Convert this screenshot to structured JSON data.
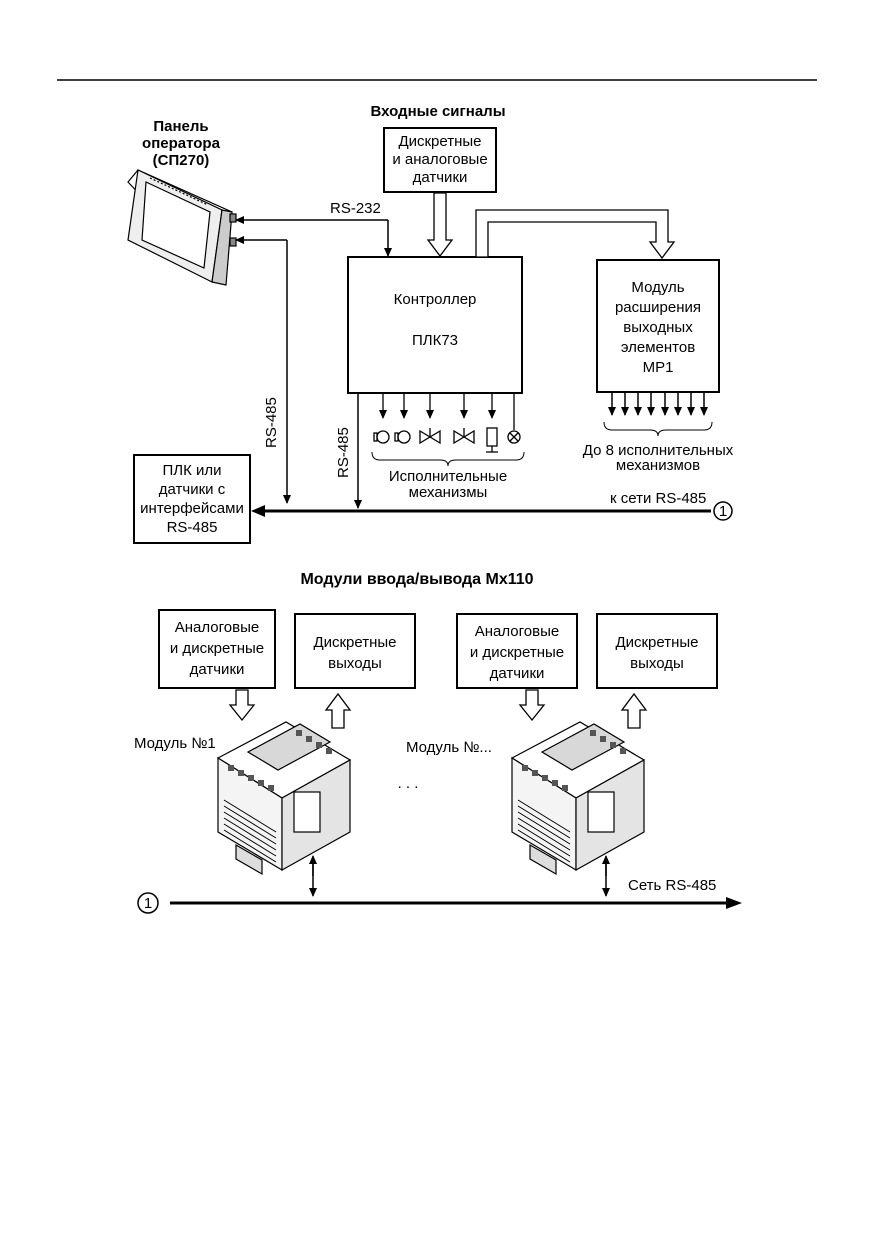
{
  "top_heading": "Входные сигналы",
  "panel": {
    "line1": "Панель",
    "line2": "оператора",
    "line3": "(СП270)"
  },
  "sensors_box": {
    "line1": "Дискретные",
    "line2": "и аналоговые",
    "line3": "датчики"
  },
  "controller": {
    "line1": "Контроллер",
    "line2": "ПЛК73"
  },
  "expansion": {
    "line1": "Модуль",
    "line2": "расширения",
    "line3": "выходных",
    "line4": "элементов",
    "line5": "МР1"
  },
  "rs232": "RS-232",
  "rs485_left": "RS-485",
  "rs485_mid": "RS-485",
  "actuators": {
    "line1": "Исполнительные",
    "line2": "механизмы"
  },
  "mr1_outputs": {
    "line1": "До 8 исполнительных",
    "line2": "механизмов"
  },
  "plc_box": {
    "line1": "ПЛК или",
    "line2": "датчики с",
    "line3": "интерфейсами",
    "line4": "RS-485"
  },
  "network_label_top": "к сети RS-485",
  "connector_marker_top": "1",
  "modules_heading": "Модули ввода/вывода Мх110",
  "module1": {
    "label": "Модуль №1",
    "inputs": {
      "line1": "Аналоговые",
      "line2": "и дискретные",
      "line3": "датчики"
    },
    "outputs": {
      "line1": "Дискретные",
      "line2": "выходы"
    }
  },
  "ellipsis": ". . .",
  "moduleN": {
    "label": "Модуль №...",
    "inputs": {
      "line1": "Аналоговые",
      "line2": "и дискретные",
      "line3": "датчики"
    },
    "outputs": {
      "line1": "Дискретные",
      "line2": "выходы"
    }
  },
  "connector_marker_bottom": "1",
  "network_label_bottom": "Сеть RS-485"
}
